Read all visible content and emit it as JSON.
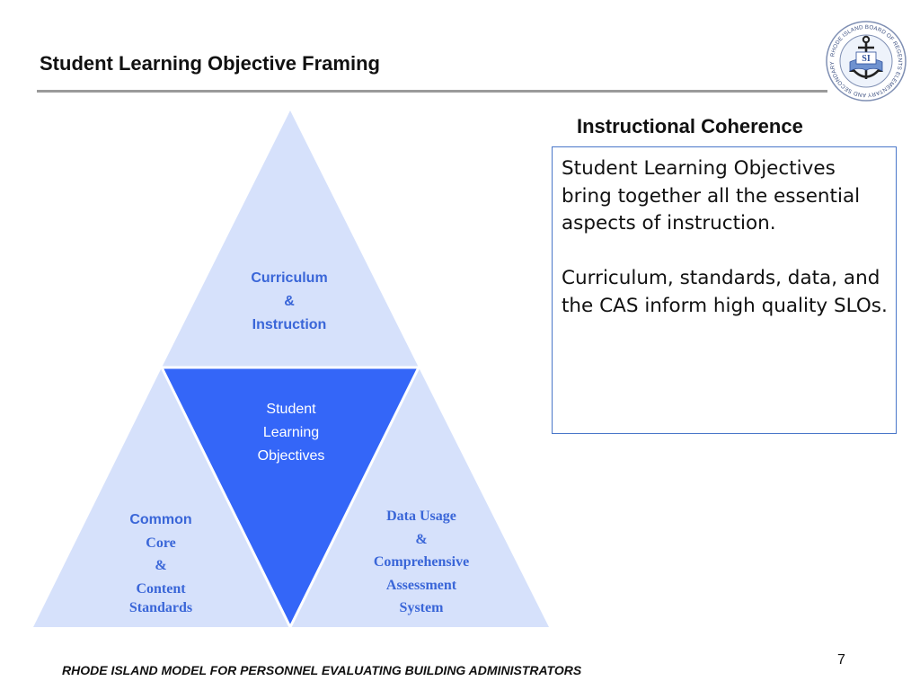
{
  "slide": {
    "title": "Student Learning Objective Framing",
    "page_number": "7",
    "footer": "RHODE ISLAND MODEL FOR PERSONNEL EVALUATING BUILDING ADMINISTRATORS"
  },
  "logo": {
    "text": "RHODE ISLAND BOARD OF REGENTS ELEMENTARY AND SECONDARY EDUCATION",
    "initials": "SI",
    "icon": "anchor-book-seal-icon"
  },
  "diagram": {
    "top": {
      "lines": [
        "Curriculum",
        "&",
        "Instruction"
      ]
    },
    "center": {
      "lines": [
        "Student",
        "Learning",
        "Objectives"
      ]
    },
    "left": {
      "lines": [
        "Common",
        "Core",
        "&",
        "Content",
        "Standards"
      ]
    },
    "right": {
      "lines": [
        "Data Usage",
        "&",
        "Comprehensive",
        "Assessment",
        "System"
      ]
    },
    "colors": {
      "outer_fill": "#d6e1fb",
      "center_fill": "#3466f8",
      "label_text": "#3a66d8",
      "divider": "#ffffff"
    }
  },
  "coherence": {
    "heading": "Instructional Coherence",
    "paragraphs": [
      "Student Learning Objectives bring together all the essential aspects of instruction.",
      "Curriculum, standards, data, and the CAS inform high quality SLOs."
    ]
  }
}
